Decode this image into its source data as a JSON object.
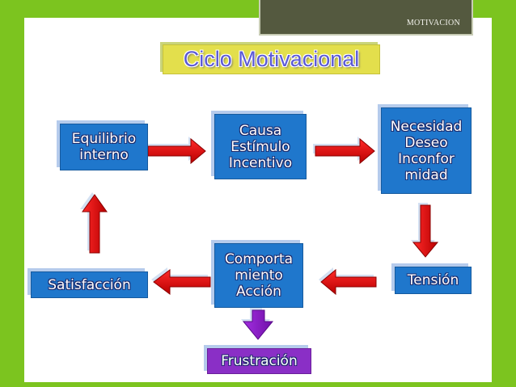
{
  "slide": {
    "header_tab": "MOTIVACION",
    "title": "Ciclo Motivacional"
  },
  "boxes": {
    "equilibrio": [
      "Equilibrio",
      "interno"
    ],
    "causa": [
      "Causa",
      "Estímulo",
      "Incentivo"
    ],
    "necesidad": [
      "Necesidad",
      "Deseo",
      "Inconfor",
      "midad"
    ],
    "tension": [
      "Tensión"
    ],
    "comportamiento": [
      "Comporta",
      "miento",
      "Acción"
    ],
    "satisfaccion": [
      "Satisfacción"
    ],
    "frustracion": [
      "Frustración"
    ]
  },
  "colors": {
    "background_green": "#7cc41f",
    "box_blue": "#1f77cc",
    "box_violet": "#8a2fc6",
    "arrow_red": "#d00000",
    "arrow_violet": "#8a19c8",
    "title_yellow": "#e3df4c",
    "tab_dark": "#54593f"
  }
}
